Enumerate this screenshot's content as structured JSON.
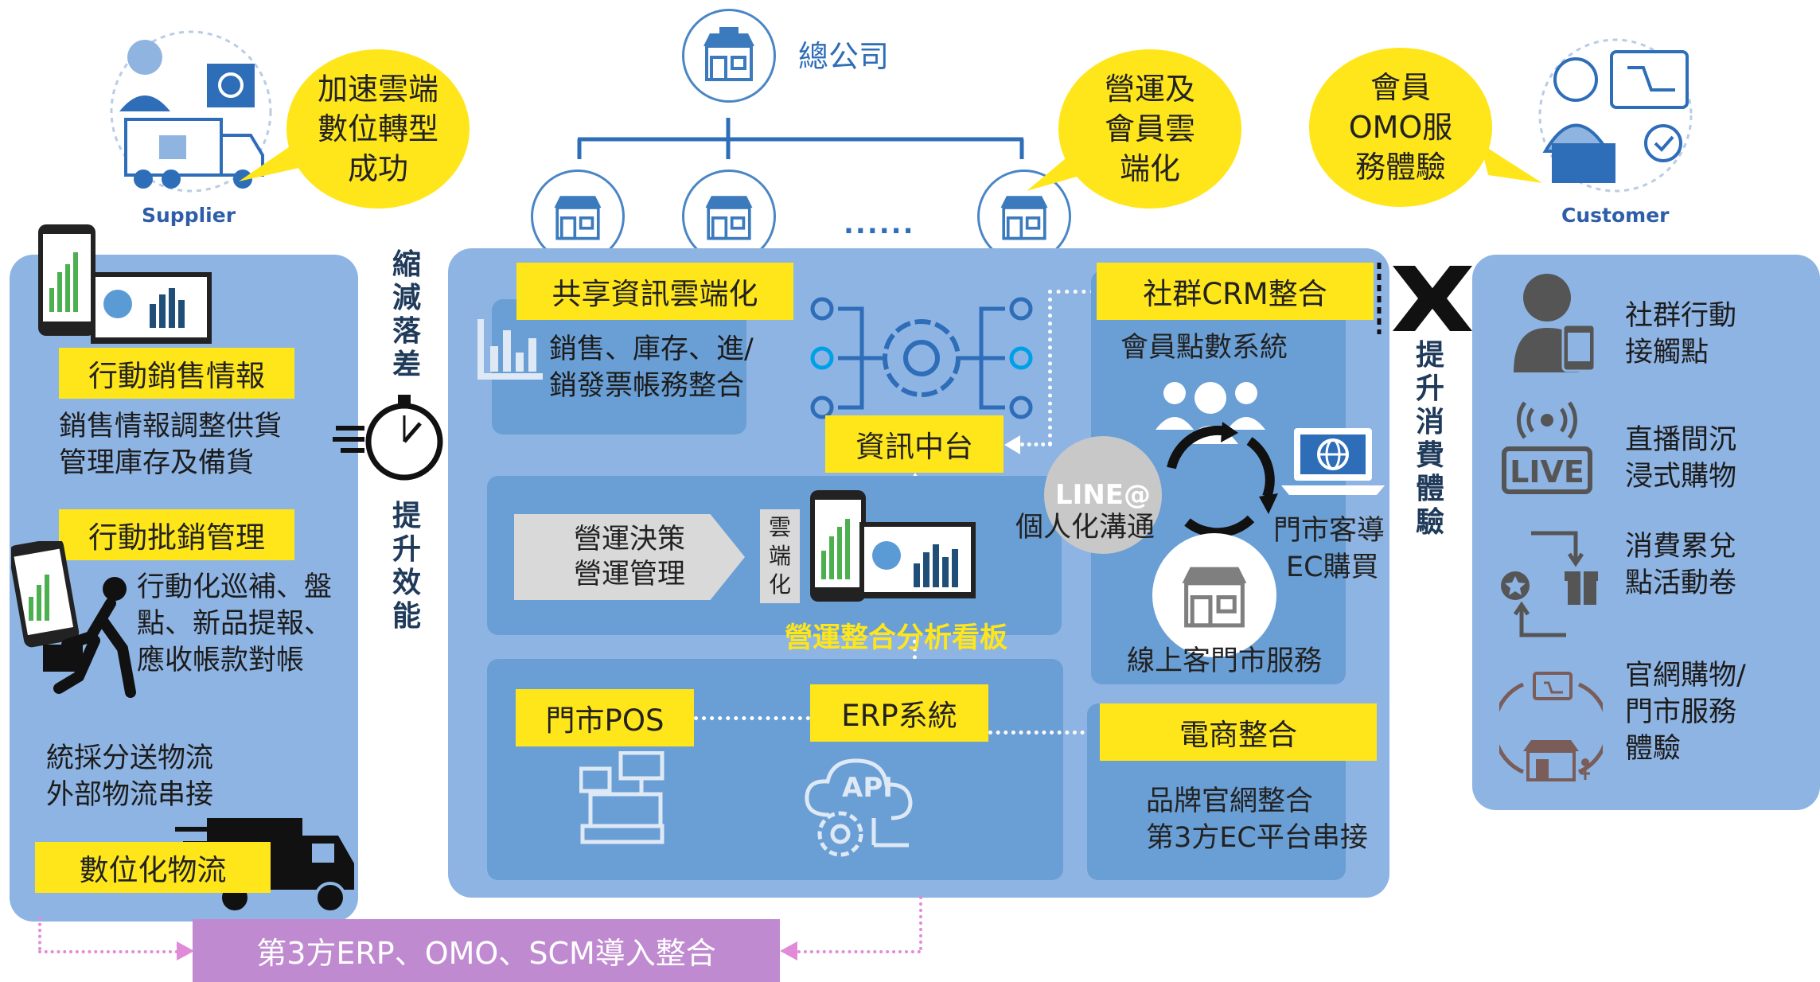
{
  "hq": {
    "label": "總公司"
  },
  "supplier": {
    "label": "Supplier"
  },
  "customer": {
    "label": "Customer"
  },
  "bubbles": {
    "left": "加速雲端\n數位轉型\n成功",
    "middle": "營運及\n會員雲\n端化",
    "right": "會員\nOMO服\n務體驗"
  },
  "ellipsis": "......",
  "left_panel": {
    "label1": "行動銷售情報",
    "text1": [
      "銷售情報調整供貨",
      "管理庫存及備貨"
    ],
    "label2": "行動批銷管理",
    "text2": [
      "行動化巡補、盤",
      "點、新品提報、",
      "應收帳款對帳"
    ],
    "text3": [
      "統採分送物流",
      "外部物流串接"
    ],
    "label3": "數位化物流"
  },
  "left_vertical": {
    "top": "縮減落差",
    "bottom": "提升效能"
  },
  "center": {
    "shared_label": "共享資訊雲端化",
    "shared_text": [
      "銷售、庫存、進/",
      "銷發票帳務整合"
    ],
    "data_hub": "資訊中台",
    "decision": [
      "營運決策",
      "營運管理"
    ],
    "cloud": "雲端化",
    "dashboard": "營運整合分析看板",
    "pos": "門市POS",
    "erp": "ERP系統",
    "api": "API",
    "crm_label": "社群CRM整合",
    "points": "會員點數系統",
    "line": "LINE@",
    "personal": "個人化溝通",
    "store_guide": [
      "門市客導",
      "EC購買"
    ],
    "online_store": "線上客門市服務",
    "ec_label": "電商整合",
    "ec_text": [
      "品牌官網整合",
      "第3方EC平台串接"
    ]
  },
  "right_vertical": "提升消費體驗",
  "right_panel": {
    "items": [
      {
        "text": [
          "社群行動",
          "接觸點"
        ],
        "icon": "mobile-user-icon"
      },
      {
        "text": [
          "直播間沉",
          "浸式購物"
        ],
        "icon": "live-icon"
      },
      {
        "text": [
          "消費累兌",
          "點活動卷"
        ],
        "icon": "coupon-cycle-icon"
      },
      {
        "text": [
          "官網購物/",
          "門市服務",
          "體驗"
        ],
        "icon": "online-store-icon"
      }
    ]
  },
  "bottom_bar": "第3方ERP、OMO、SCM導入整合",
  "colors": {
    "yellow": "#ffe61a",
    "panel": "#8eb4e3",
    "subpanel": "#6a9fd5",
    "purple": "#c08ad0"
  }
}
